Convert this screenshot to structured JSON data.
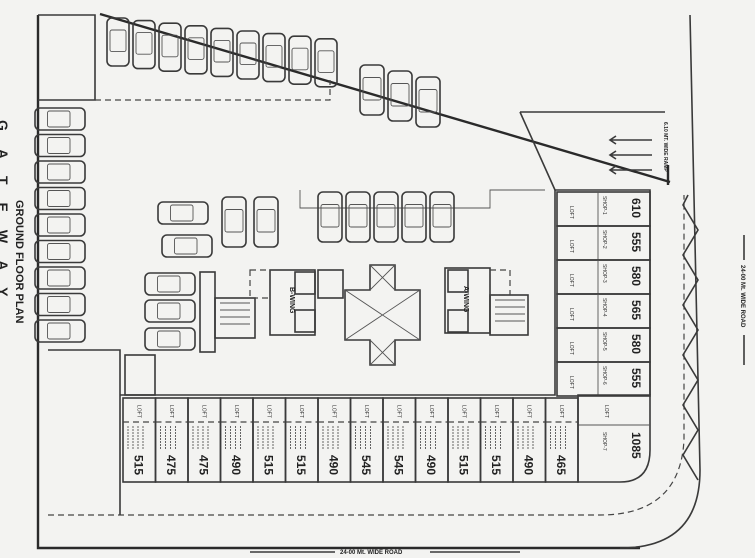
{
  "title": "GROUND FLOOR PLAN",
  "side_text": "GATEWAY",
  "roads": {
    "bottom": "24-00 Mt. WIDE ROAD",
    "right": "24-00 Mt. WIDE ROAD",
    "ramp": "6.10 MT. WIDE RAMP"
  },
  "wings": {
    "a": "A-WING",
    "b": "B-WING"
  },
  "loft_label": "LOFT",
  "right_shops": [
    {
      "label": "SHOP-1",
      "area": "610"
    },
    {
      "label": "SHOP-2",
      "area": "555"
    },
    {
      "label": "SHOP-3",
      "area": "580"
    },
    {
      "label": "SHOP-4",
      "area": "565"
    },
    {
      "label": "SHOP-5",
      "area": "580"
    },
    {
      "label": "SHOP-6",
      "area": "555"
    }
  ],
  "corner_shop": {
    "label": "SHOP-7",
    "area": "1085"
  },
  "bottom_shops": [
    {
      "area": "515"
    },
    {
      "area": "475"
    },
    {
      "area": "475"
    },
    {
      "area": "490"
    },
    {
      "area": "515"
    },
    {
      "area": "515"
    },
    {
      "area": "490"
    },
    {
      "area": "545"
    },
    {
      "area": "545"
    },
    {
      "area": "490"
    },
    {
      "area": "515"
    },
    {
      "area": "515"
    },
    {
      "area": "490"
    },
    {
      "area": "465"
    }
  ]
}
